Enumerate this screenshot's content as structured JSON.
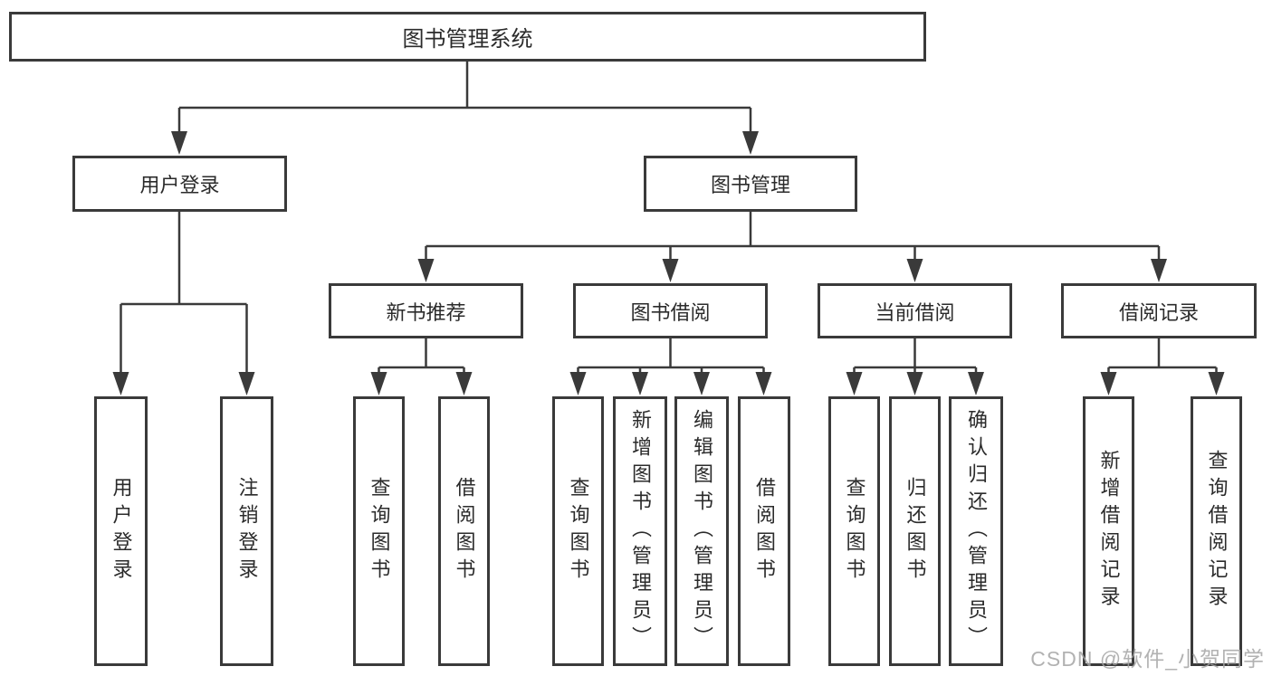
{
  "diagram": {
    "root": {
      "label": "图书管理系统"
    },
    "user_login": {
      "label": "用户登录",
      "children": [
        {
          "label": "用户登录"
        },
        {
          "label": "注销登录"
        }
      ]
    },
    "book_mgmt": {
      "label": "图书管理",
      "children": [
        {
          "label": "新书推荐",
          "children": [
            {
              "label": "查询图书"
            },
            {
              "label": "借阅图书"
            }
          ]
        },
        {
          "label": "图书借阅",
          "children": [
            {
              "label": "查询图书"
            },
            {
              "label": "新增图书（管理员）"
            },
            {
              "label": "编辑图书（管理员）"
            },
            {
              "label": "借阅图书"
            }
          ]
        },
        {
          "label": "当前借阅",
          "children": [
            {
              "label": "查询图书"
            },
            {
              "label": "归还图书"
            },
            {
              "label": "确认归还（管理员）"
            }
          ]
        },
        {
          "label": "借阅记录",
          "children": [
            {
              "label": "新增借阅记录"
            },
            {
              "label": "查询借阅记录"
            }
          ]
        }
      ]
    }
  },
  "watermark": {
    "text": "CSDN @软件_小贺同学",
    "color": "#a4a4a4"
  },
  "colors": {
    "line": "#3a3a3a",
    "text": "#2b2b2b",
    "background": "#ffffff"
  }
}
